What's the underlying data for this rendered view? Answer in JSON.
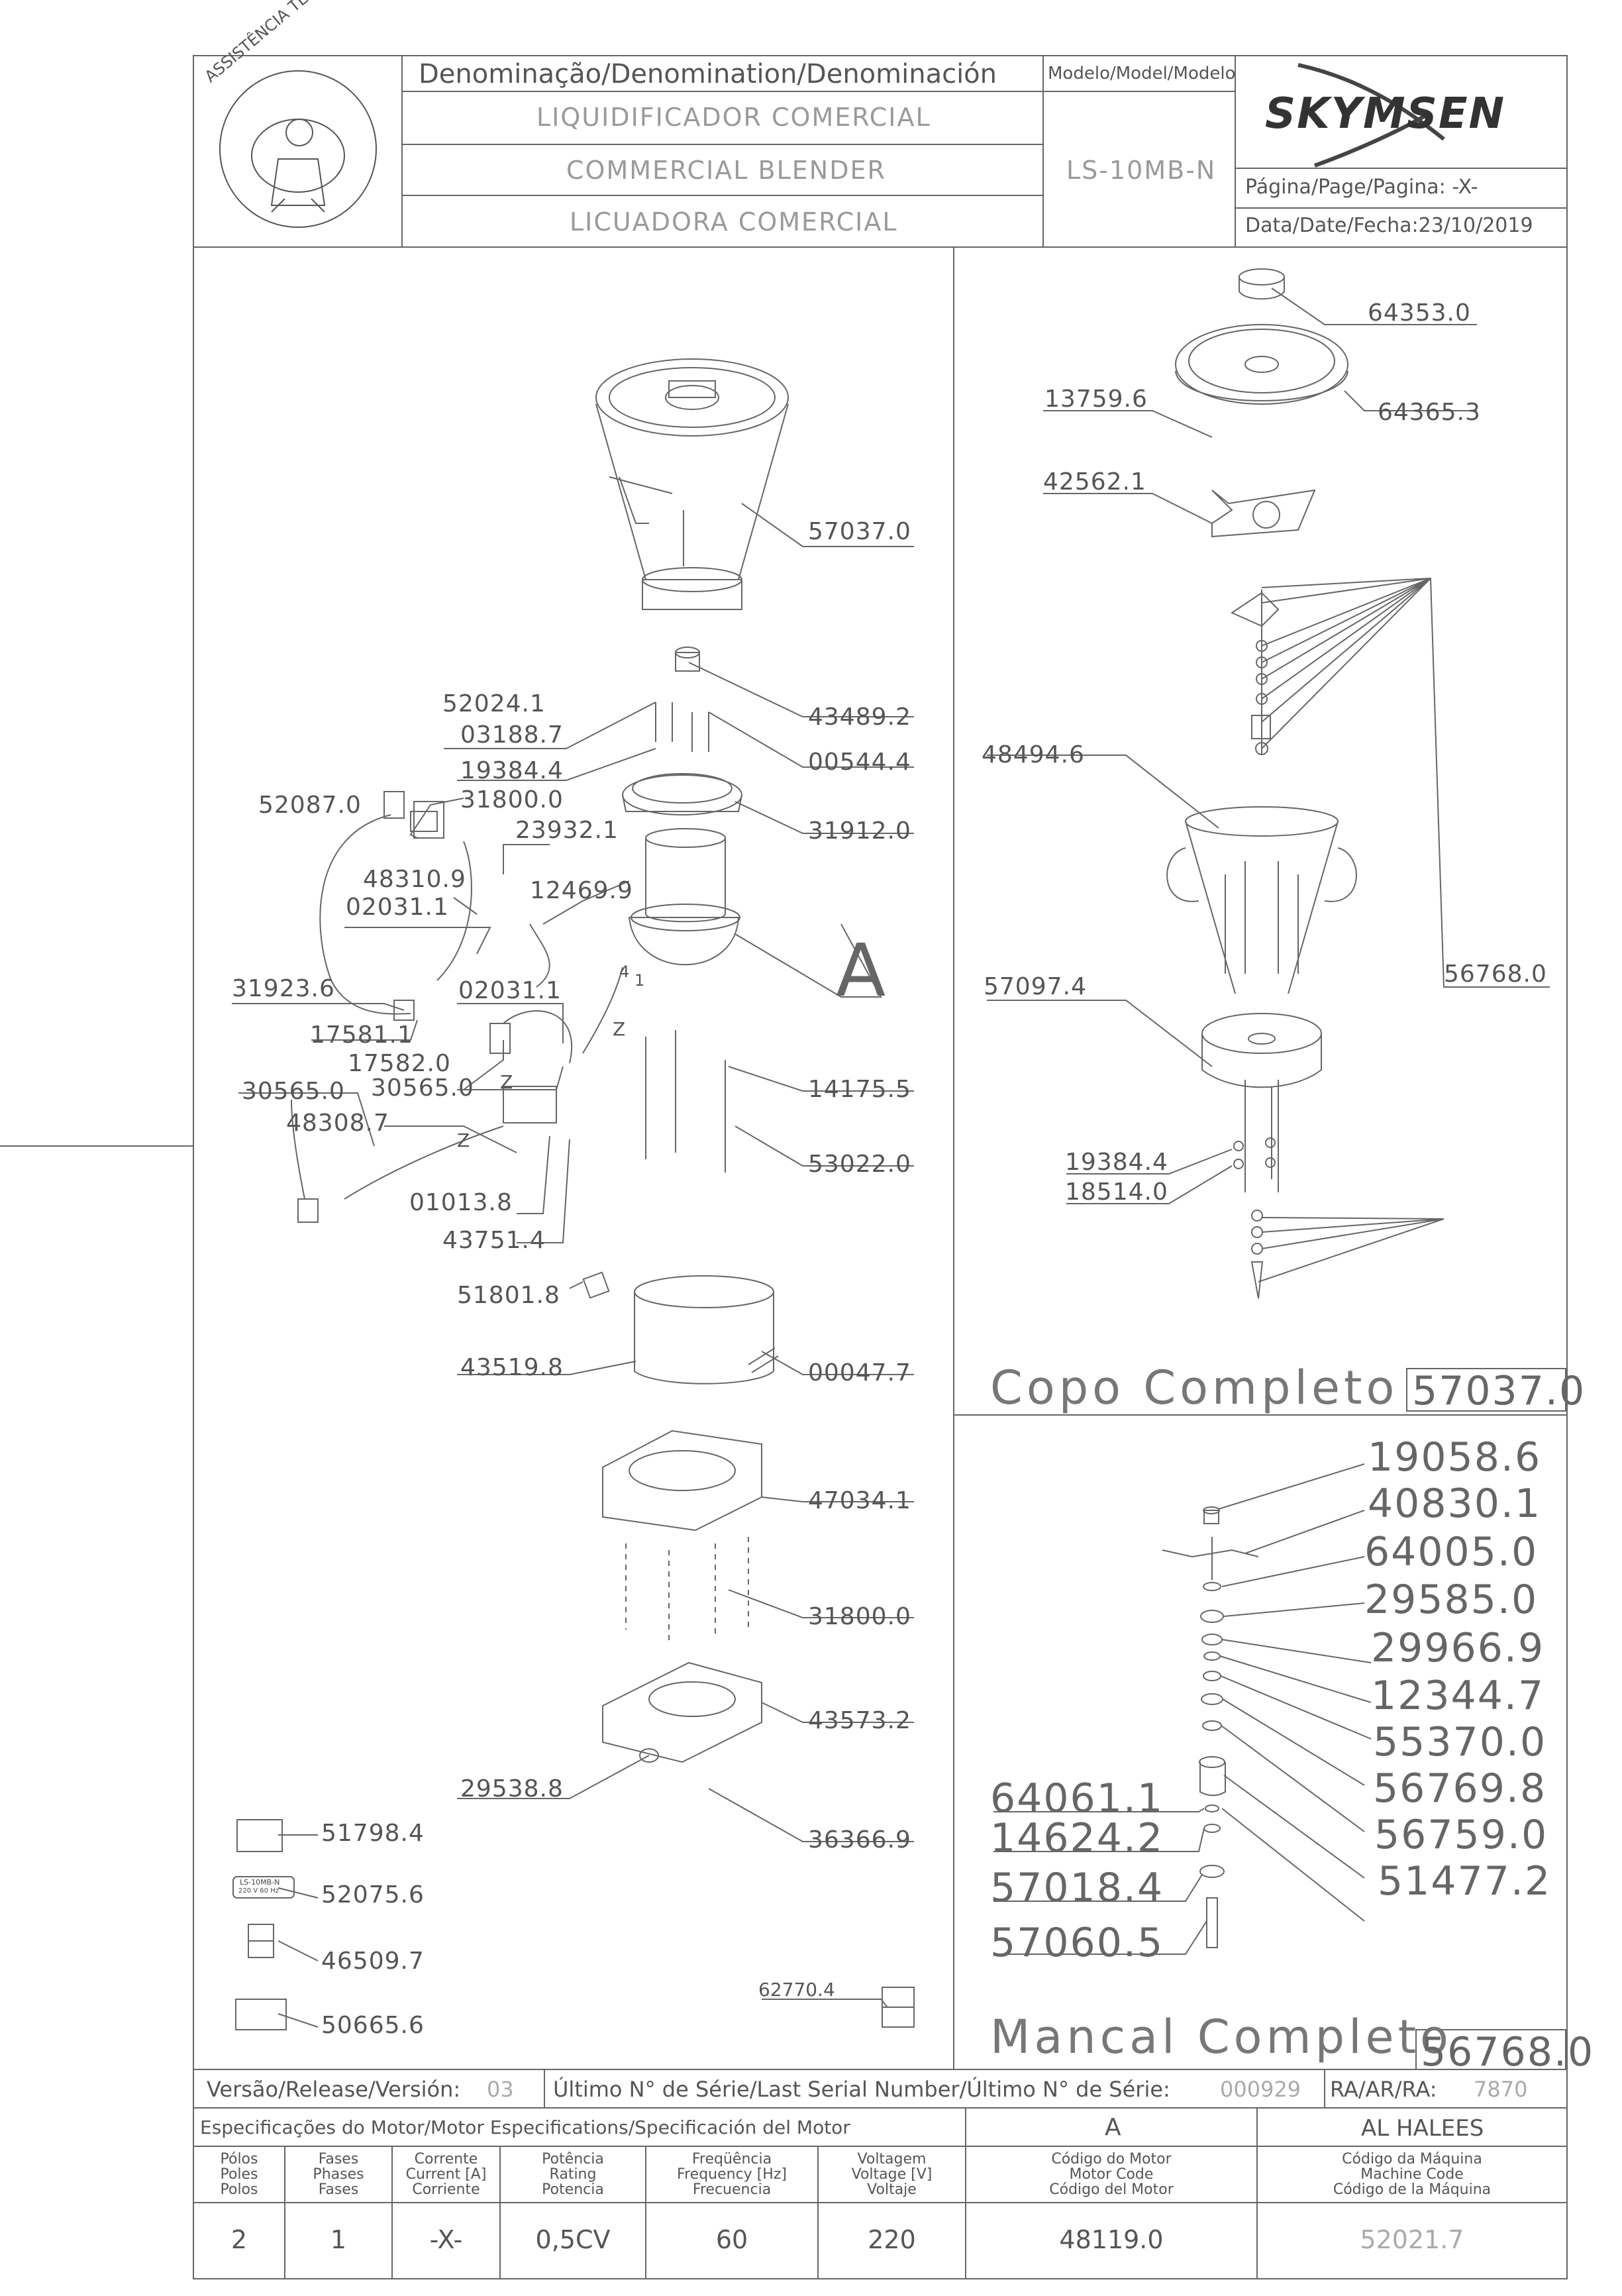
{
  "header": {
    "logo_left_text": "ASSISTÊNCIA TÉCNICA AUTORIZADA",
    "denomination_label": "Denominação/Denomination/Denominación",
    "name_pt": "LIQUIDIFICADOR COMERCIAL",
    "name_en": "COMMERCIAL BLENDER",
    "name_es": "LICUADORA COMERCIAL",
    "model_label": "Modelo/Model/Modelo",
    "model_value": "LS-10MB-N",
    "brand": "SKYMSEN",
    "page_label": "Página/Page/Pagina:",
    "page_value": "-X-",
    "date_label": "Data/Date/Fecha:",
    "date_value": "23/10/2019"
  },
  "main_parts": {
    "p57037": "57037.0",
    "p43489": "43489.2",
    "p52024": "52024.1",
    "p03188": "03188.7",
    "p00544": "00544.4",
    "p19384": "19384.4",
    "p31800a": "31800.0",
    "p31912": "31912.0",
    "p52087": "52087.0",
    "p23932": "23932.1",
    "p48310": "48310.9",
    "p12469": "12469.9",
    "p02031a": "02031.1",
    "detail_A": "A",
    "p31923": "31923.6",
    "p02031b": "02031.1",
    "p17581": "17581.1",
    "p17582": "17582.0",
    "p30565a": "30565.0",
    "p30565b": "30565.0",
    "p48308": "48308.7",
    "p14175": "14175.5",
    "p53022": "53022.0",
    "p01013": "01013.8",
    "p43751": "43751.4",
    "p51801": "51801.8",
    "p43519": "43519.8",
    "p00047": "00047.7",
    "p47034": "47034.1",
    "p31800b": "31800.0",
    "p43573": "43573.2",
    "p29538": "29538.8",
    "p36366": "36366.9",
    "p51798": "51798.4",
    "p52075": "52075.6",
    "p46509": "46509.7",
    "p50665": "50665.6",
    "p62770": "62770.4",
    "label_plate_line1": "LS-10MB-N",
    "label_plate_line2": "220 V  60 Hz",
    "z1": "Z",
    "z2": "Z",
    "z3": "Z",
    "mark_4": "4",
    "mark_1": "1"
  },
  "cup_section": {
    "p64353": "64353.0",
    "p13759": "13759.6",
    "p64365": "64365.3",
    "p42562": "42562.1",
    "p48494": "48494.6",
    "p56768": "56768.0",
    "p57097": "57097.4",
    "p19384": "19384.4",
    "p18514": "18514.0",
    "title": "Copo Completo",
    "code": "57037.0"
  },
  "bearing_section": {
    "p19058": "19058.6",
    "p40830": "40830.1",
    "p64005": "64005.0",
    "p29585": "29585.0",
    "p29966": "29966.9",
    "p12344": "12344.7",
    "p55370": "55370.0",
    "p56769": "56769.8",
    "p64061": "64061.1",
    "p56759": "56759.0",
    "p14624": "14624.2",
    "p51477": "51477.2",
    "p57018": "57018.4",
    "p57060": "57060.5",
    "title": "Mancal Completo",
    "code": "56768.0"
  },
  "footer": {
    "version_label": "Versão/Release/Versión:",
    "version_value": "03",
    "serial_label": "Último N° de Série/Last Serial Number/Último N° de Série:",
    "serial_value": "000929",
    "ra_label": "RA/AR/RA:",
    "ra_value": "7870",
    "motor_spec_label": "Especificações do Motor/Motor Especifications/Specificación del Motor",
    "motor_letter": "A",
    "client": "AL HALEES",
    "headers": [
      "Pólos\nPoles\nPolos",
      "Fases\nPhases\nFases",
      "Corrente\nCurrent [A]\nCorriente",
      "Potência\nRating\nPotencia",
      "Freqüência\nFrequency [Hz]\nFrecuencia",
      "Voltagem\nVoltage [V]\nVoltaje",
      "Código do Motor\nMotor Code\nCódigo del Motor",
      "Código da Máquina\nMachine Code\nCódigo de la Máquina"
    ],
    "values": [
      "2",
      "1",
      "-X-",
      "0,5CV",
      "60",
      "220",
      "48119.0",
      "52021.7"
    ]
  }
}
